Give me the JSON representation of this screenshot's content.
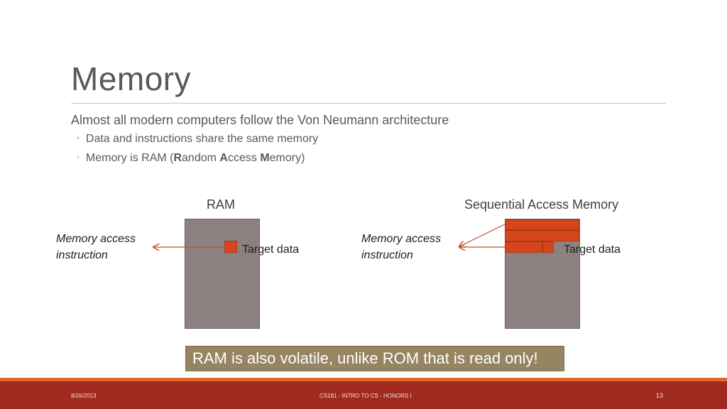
{
  "slide": {
    "title": "Memory",
    "main_bullet": "Almost all modern computers follow the Von Neumann architecture",
    "sub_bullets": [
      "Data and instructions share the same memory"
    ],
    "sub_bullet_2": {
      "prefix": "Memory is RAM (",
      "r_bold": "R",
      "r_rest": "andom ",
      "a_bold": "A",
      "a_rest": "ccess ",
      "m_bold": "M",
      "m_rest": "emory)"
    },
    "bullet_marker": "◦"
  },
  "diagram": {
    "ram_title": "RAM",
    "sam_title": "Sequential Access Memory",
    "instr_line1": "Memory access",
    "instr_line2": "instruction",
    "target_label": "Target data",
    "memory_color": "#8c8180",
    "cell_color": "#d5461c"
  },
  "callout": {
    "text": "RAM is also volatile, unlike ROM that is read only!",
    "color": "#968563"
  },
  "footer": {
    "date": "8/26/2013",
    "course": "CS181 - INTRO TO CS - HONORS I",
    "page": "13",
    "bar_color": "#a02a1f",
    "stripe_color": "#e36a2e"
  }
}
